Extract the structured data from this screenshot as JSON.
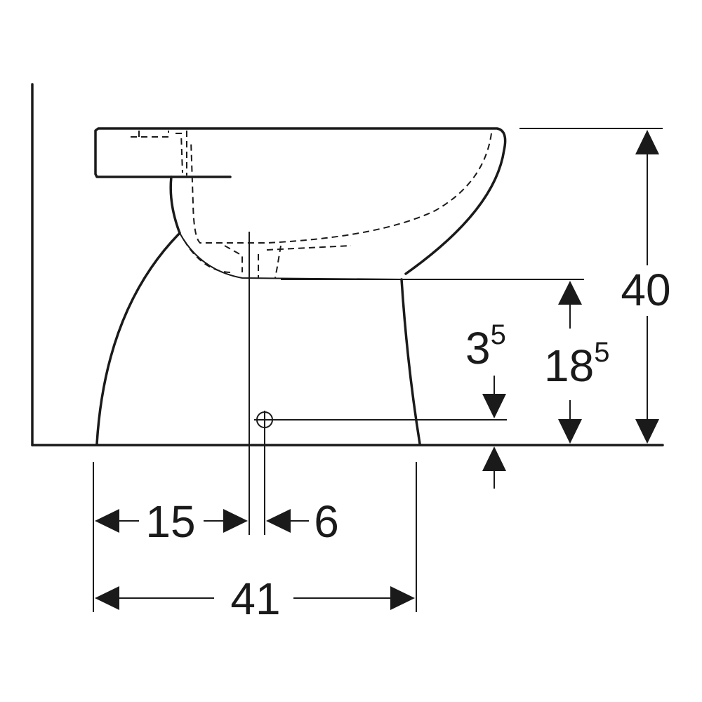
{
  "colors": {
    "line": "#1a1a1a",
    "background": "#ffffff"
  },
  "dimensions": {
    "total_height": {
      "value": "40"
    },
    "outlet_height": {
      "main": "18",
      "sup": "5"
    },
    "floor_offset": {
      "main": "3",
      "sup": "5"
    },
    "axis_offset_left": {
      "value": "15"
    },
    "axis_offset_right": {
      "value": "6"
    },
    "total_depth": {
      "value": "41"
    }
  }
}
